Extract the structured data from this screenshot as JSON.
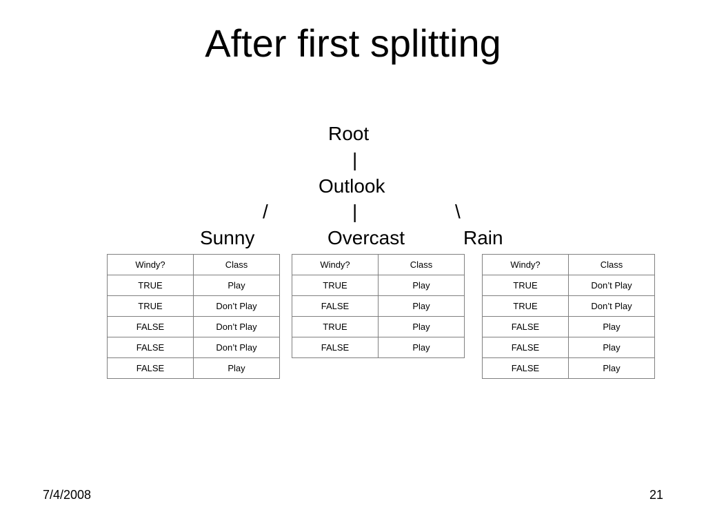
{
  "slide": {
    "title": "After first splitting",
    "date": "7/4/2008",
    "page_number": "21"
  },
  "tree": {
    "root": "Root",
    "root_connector": "|",
    "attribute": "Outlook",
    "left_connector": "/",
    "middle_connector": "|",
    "right_connector": "\\",
    "branches": [
      "Sunny",
      "Overcast",
      "Rain"
    ]
  },
  "tables": [
    {
      "branch": "Sunny",
      "headers": [
        "Windy?",
        "Class"
      ],
      "rows": [
        [
          "TRUE",
          "Play"
        ],
        [
          "TRUE",
          "Don’t Play"
        ],
        [
          "FALSE",
          "Don’t Play"
        ],
        [
          "FALSE",
          "Don’t Play"
        ],
        [
          "FALSE",
          "Play"
        ]
      ]
    },
    {
      "branch": "Overcast",
      "headers": [
        "Windy?",
        "Class"
      ],
      "rows": [
        [
          "TRUE",
          "Play"
        ],
        [
          "FALSE",
          "Play"
        ],
        [
          "TRUE",
          "Play"
        ],
        [
          "FALSE",
          "Play"
        ]
      ]
    },
    {
      "branch": "Rain",
      "headers": [
        "Windy?",
        "Class"
      ],
      "rows": [
        [
          "TRUE",
          "Don’t Play"
        ],
        [
          "TRUE",
          "Don’t Play"
        ],
        [
          "FALSE",
          "Play"
        ],
        [
          "FALSE",
          "Play"
        ],
        [
          "FALSE",
          "Play"
        ]
      ]
    }
  ]
}
